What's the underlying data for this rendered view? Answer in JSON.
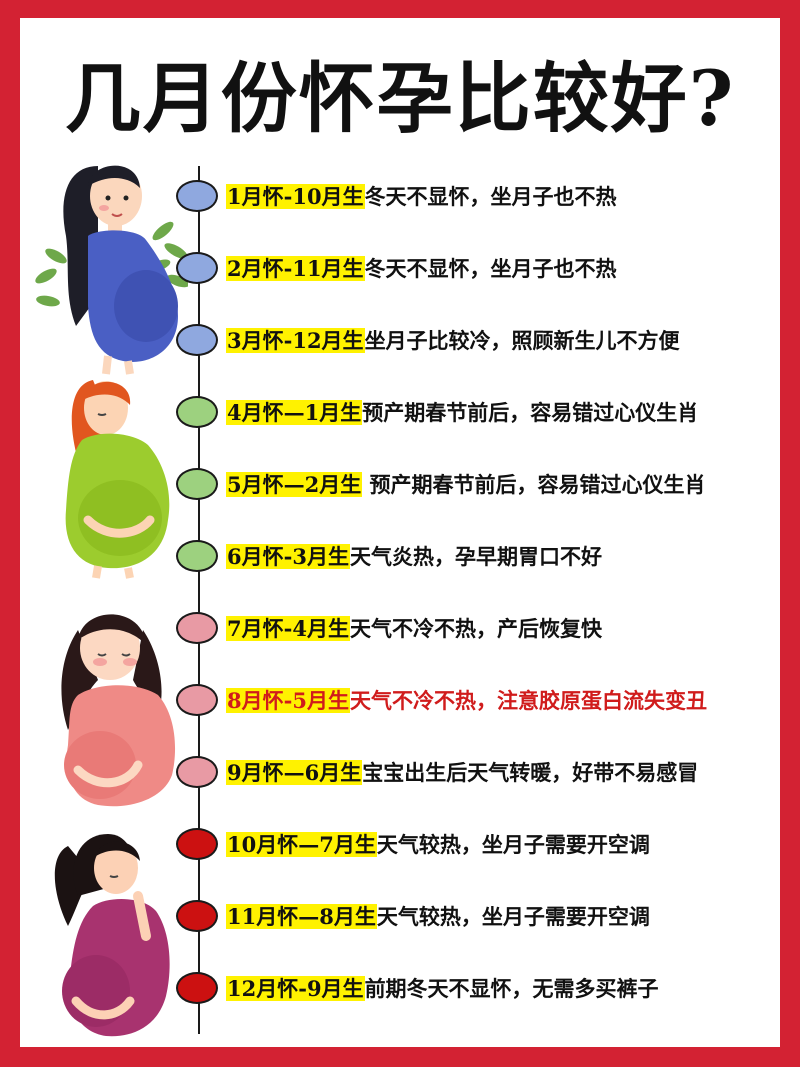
{
  "title": "几月份怀孕比较好?",
  "colors": {
    "border": "#d32233",
    "highlight": "#fff200",
    "blue_dot": "#8fa8df",
    "green_dot": "#9dd17f",
    "pink_dot": "#e89aa4",
    "red_dot": "#cc1111",
    "alert_text": "#d01c1c"
  },
  "items": [
    {
      "period": "1月怀-10月生",
      "note": "冬天不显怀，坐月子也不热",
      "dot": "blue"
    },
    {
      "period": "2月怀-11月生",
      "note": "冬天不显怀，坐月子也不热",
      "dot": "blue"
    },
    {
      "period": "3月怀-12月生",
      "note": "坐月子比较冷，照顾新生儿不方便",
      "dot": "blue"
    },
    {
      "period": "4月怀—1月生",
      "note": "预产期春节前后，容易错过心仪生肖",
      "dot": "green"
    },
    {
      "period": "5月怀—2月生",
      "note": " 预产期春节前后，容易错过心仪生肖",
      "dot": "green"
    },
    {
      "period": "6月怀-3月生",
      "note": "天气炎热，孕早期胃口不好",
      "dot": "green"
    },
    {
      "period": "7月怀-4月生",
      "note": "天气不冷不热，产后恢复快",
      "dot": "pink"
    },
    {
      "period": "8月怀-5月生",
      "note": "天气不冷不热，注意胶原蛋白流失变丑",
      "dot": "pink",
      "alert": true
    },
    {
      "period": "9月怀—6月生",
      "note": "宝宝出生后天气转暖，好带不易感冒",
      "dot": "pink"
    },
    {
      "period": "10月怀—7月生",
      "note": "天气较热，坐月子需要开空调",
      "dot": "red"
    },
    {
      "period": "11月怀—8月生",
      "note": "天气较热，坐月子需要开空调",
      "dot": "red"
    },
    {
      "period": "12月怀-9月生",
      "note": "前期冬天不显怀，无需多买裤子",
      "dot": "red"
    }
  ],
  "illustrations": [
    {
      "name": "pregnant-woman-blue-dress-illustration",
      "dress": "#4a5fc4"
    },
    {
      "name": "pregnant-woman-green-dress-illustration",
      "dress": "#9ccc2e"
    },
    {
      "name": "pregnant-woman-pink-dress-illustration",
      "dress": "#ef8a86"
    },
    {
      "name": "pregnant-woman-purple-dress-illustration",
      "dress": "#a8336f"
    }
  ]
}
